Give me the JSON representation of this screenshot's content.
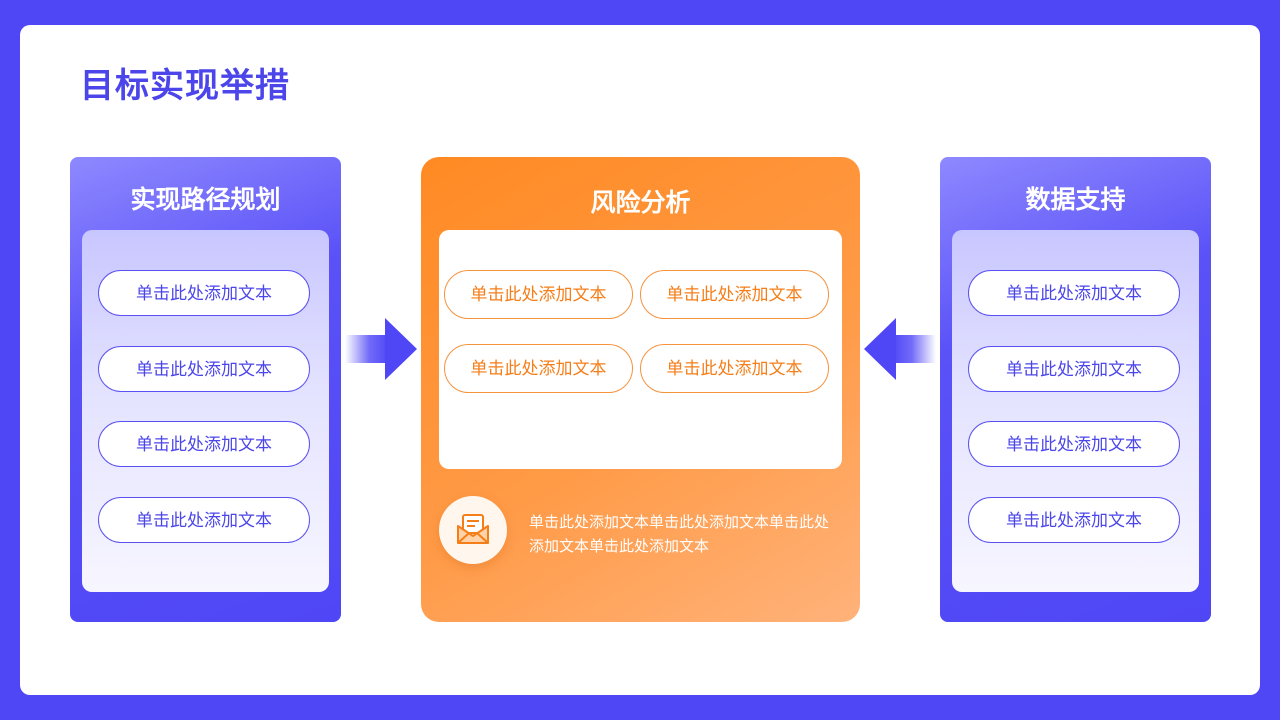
{
  "title": "目标实现举措",
  "left_panel": {
    "title": "实现路径规划",
    "items": [
      "单击此处添加文本",
      "单击此处添加文本",
      "单击此处添加文本",
      "单击此处添加文本"
    ]
  },
  "center_panel": {
    "title": "风险分析",
    "items": [
      "单击此处添加文本",
      "单击此处添加文本",
      "单击此处添加文本",
      "单击此处添加文本"
    ],
    "description": "单击此处添加文本单击此处添加文本单击此处添加文本单击此处添加文本"
  },
  "right_panel": {
    "title": "数据支持",
    "items": [
      "单击此处添加文本",
      "单击此处添加文本",
      "单击此处添加文本",
      "单击此处添加文本"
    ]
  },
  "icons": {
    "mail": "mail-icon",
    "arrow_right": "arrow-right-icon",
    "arrow_left": "arrow-left-icon"
  },
  "colors": {
    "primary_blue": "#4f46f6",
    "accent_orange": "#ff8a23"
  }
}
